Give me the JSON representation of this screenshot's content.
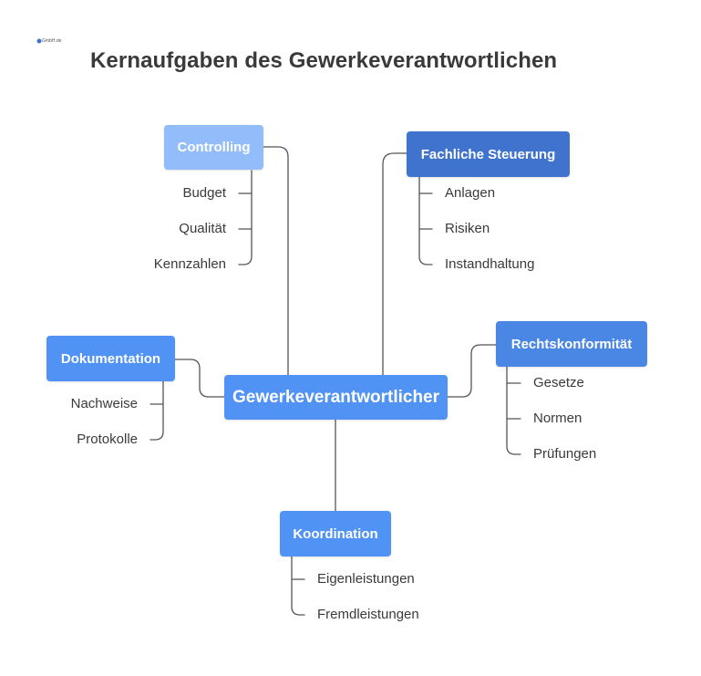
{
  "title": "Kernaufgaben des Gewerkeverantwortlichen",
  "logo": {
    "text": "GmbH.de"
  },
  "center": {
    "label": "Gewerkeverantwortlicher",
    "color": "#5193f5"
  },
  "branches": {
    "controlling": {
      "label": "Controlling",
      "color": "#93bdfa",
      "items": [
        "Budget",
        "Qualität",
        "Kennzahlen"
      ]
    },
    "fachliche_steuerung": {
      "label": "Fachliche Steuerung",
      "color": "#3f73cd",
      "items": [
        "Anlagen",
        "Risiken",
        "Instandhaltung"
      ]
    },
    "dokumentation": {
      "label": "Dokumentation",
      "color": "#5193f5",
      "items": [
        "Nachweise",
        "Protokolle"
      ]
    },
    "rechtskonformitaet": {
      "label": "Rechtskonformität",
      "color": "#4a86e4",
      "items": [
        "Gesetze",
        "Normen",
        "Prüfungen"
      ]
    },
    "koordination": {
      "label": "Koordination",
      "color": "#5193f5",
      "items": [
        "Eigenleistungen",
        "Fremdleistungen"
      ]
    }
  }
}
